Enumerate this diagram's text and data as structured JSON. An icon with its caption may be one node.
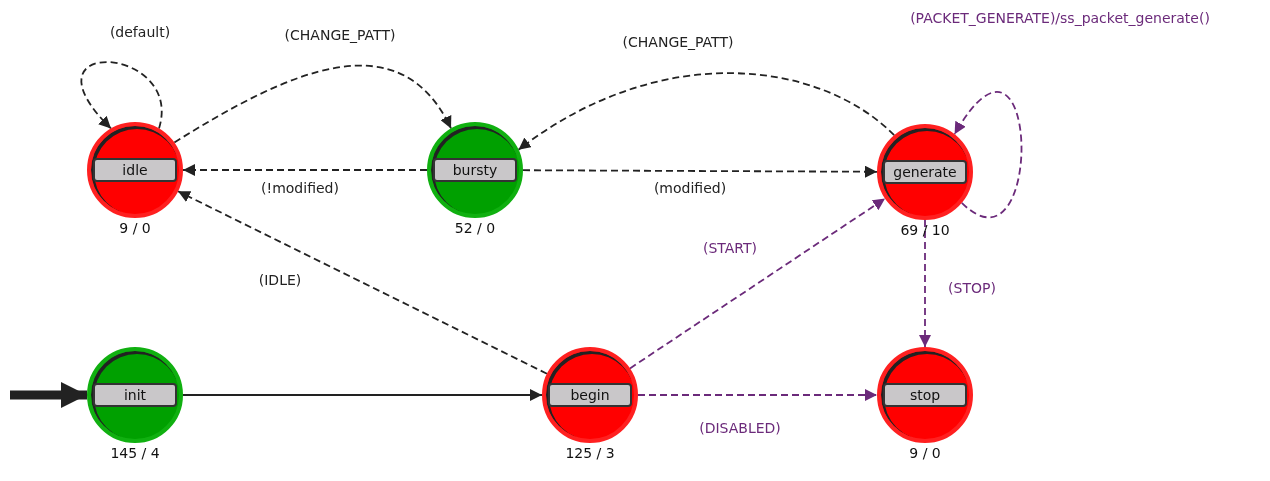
{
  "diagram": {
    "nodes": [
      {
        "text": [
          "idle"
        ],
        "beside": [
          "9 / 0"
        ]
      },
      {
        "text": [
          "bursty"
        ],
        "beside": [
          "52 / 0"
        ]
      },
      {
        "text": [
          "generate"
        ],
        "beside": [
          "69 / 10"
        ]
      },
      {
        "text": [
          "init"
        ],
        "beside": [
          "145 / 4"
        ]
      },
      {
        "text": [
          "begin"
        ],
        "beside": [
          "125 / 3"
        ]
      },
      {
        "text": [
          "stop"
        ],
        "beside": [
          "9 / 0"
        ]
      }
    ],
    "edges": [
      {
        "from": 0,
        "to": 0,
        "arrow": "to",
        "label": "(default)",
        "style": "dashed"
      },
      {
        "from": 0,
        "to": 1,
        "arrow": "to",
        "label": "(CHANGE_PATT)",
        "style": "dashed"
      },
      {
        "from": 1,
        "to": 0,
        "arrow": "to",
        "label": "(!modified)",
        "style": "dashed"
      },
      {
        "from": 1,
        "to": 2,
        "arrow": "to",
        "label": "(modified)",
        "style": "dashed"
      },
      {
        "from": 2,
        "to": 1,
        "arrow": "to",
        "label": "(CHANGE_PATT)",
        "style": "dashed"
      },
      {
        "from": 2,
        "to": 2,
        "arrow": "to",
        "label": "(PACKET_GENERATE)/ss_packet_generate()",
        "style": "dashed",
        "color": "#6b2a7a"
      },
      {
        "from": 4,
        "to": 0,
        "arrow": "to",
        "label": "(IDLE)",
        "style": "dashed"
      },
      {
        "from": 4,
        "to": 2,
        "arrow": "to",
        "label": "(START)",
        "style": "dashed",
        "color": "#6b2a7a"
      },
      {
        "from": 2,
        "to": 5,
        "arrow": "to",
        "label": "(STOP)",
        "style": "dashed",
        "color": "#6b2a7a"
      },
      {
        "from": 3,
        "to": 4,
        "arrow": "to"
      },
      {
        "from": 4,
        "to": 5,
        "arrow": "to",
        "label": "(DISABLED)",
        "style": "dashed",
        "color": "#6b2a7a"
      },
      {
        "from": null,
        "to": 3,
        "arrow": "to",
        "style": "thick"
      }
    ]
  }
}
